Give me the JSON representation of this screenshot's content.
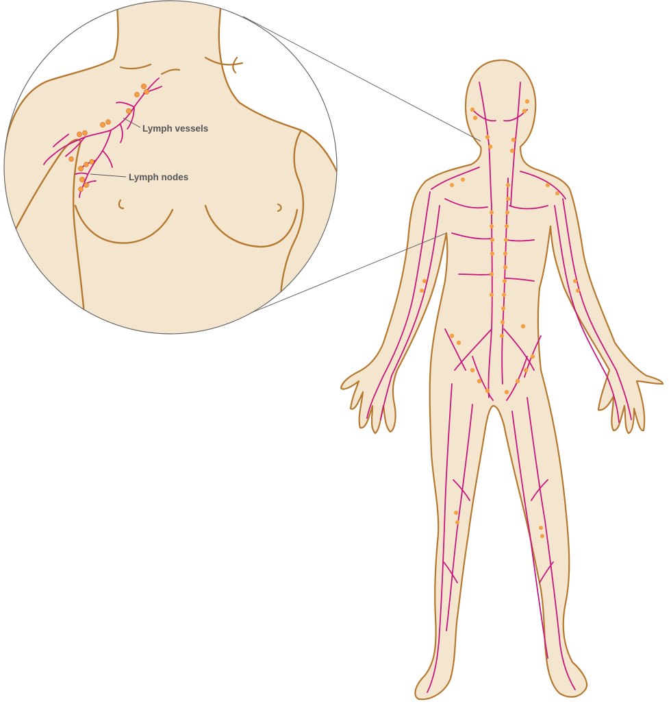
{
  "labels": {
    "vessels": "Lymph vessels",
    "nodes": "Lymph nodes"
  },
  "colors": {
    "skin": "#f4e5cf",
    "outline": "#b5782f",
    "vessel": "#c8157d",
    "node": "#f4a040",
    "label": "#555555",
    "callout": "#555555",
    "magnifier": "#666666"
  },
  "icons": {
    "inset": "magnified-chest-inset",
    "figure": "full-body-lymphatic-figure"
  }
}
